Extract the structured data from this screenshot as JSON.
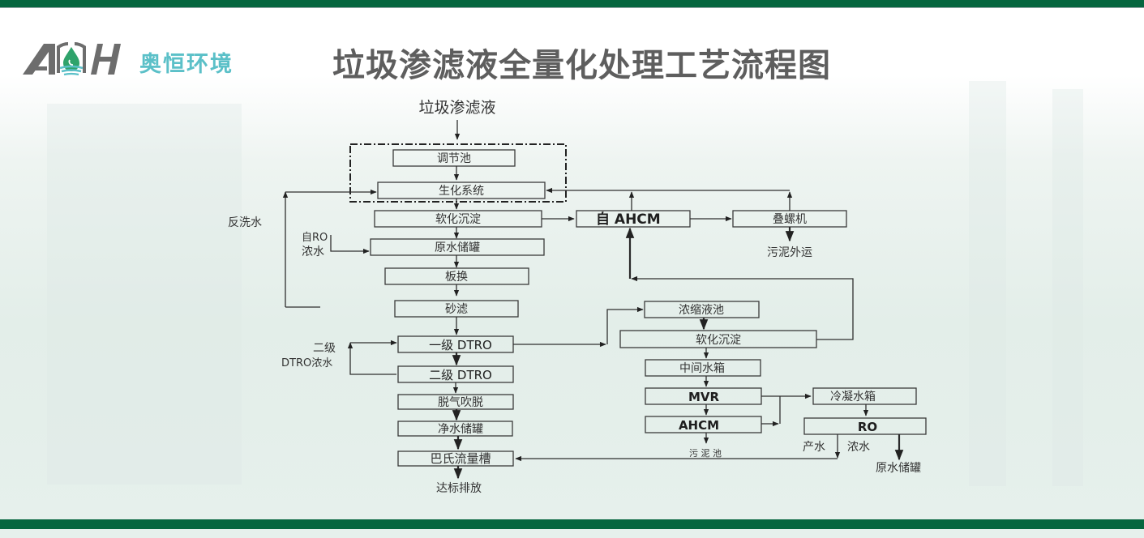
{
  "header": {
    "brand_name": "奥恒环境",
    "logo_text": "AOH",
    "title": "垃圾渗滤液全量化处理工艺流程图",
    "colors": {
      "bar": "#06663f",
      "brand": "#5bc0c8",
      "title": "#5e5e5e",
      "drop": "#2fa36b"
    }
  },
  "flow": {
    "source": "垃圾渗滤液",
    "nodes": {
      "adjust_tank": "调节池",
      "biochem": "生化系统",
      "softening1": "软化沉淀",
      "raw_tank": "原水储罐",
      "plate_hx": "板换",
      "sand_filter": "砂滤",
      "dtro1": "一级 DTRO",
      "dtro2": "二级 DTRO",
      "degas": "脱气吹脱",
      "clean_tank": "净水储罐",
      "parshall": "巴氏流量槽",
      "ahcm_self": "自 AHCM",
      "screw_press": "叠螺机",
      "conc_tank": "浓缩液池",
      "softening2": "软化沉淀",
      "mid_tank": "中间水箱",
      "mvr": "MVR",
      "ahcm": "AHCM",
      "cond_tank": "冷凝水箱",
      "ro": "RO"
    },
    "labels": {
      "backwash": "反洗水",
      "from_ro_1": "自RO",
      "from_ro_2": "浓水",
      "dtro2_conc_1": "二级",
      "dtro2_conc_2": "DTRO浓水",
      "sludge_out": "污泥外运",
      "sludge_pool": "污 泥 池",
      "product_water": "产水",
      "conc_water": "浓水",
      "to_raw_tank": "原水储罐",
      "discharge": "达标排放"
    }
  }
}
